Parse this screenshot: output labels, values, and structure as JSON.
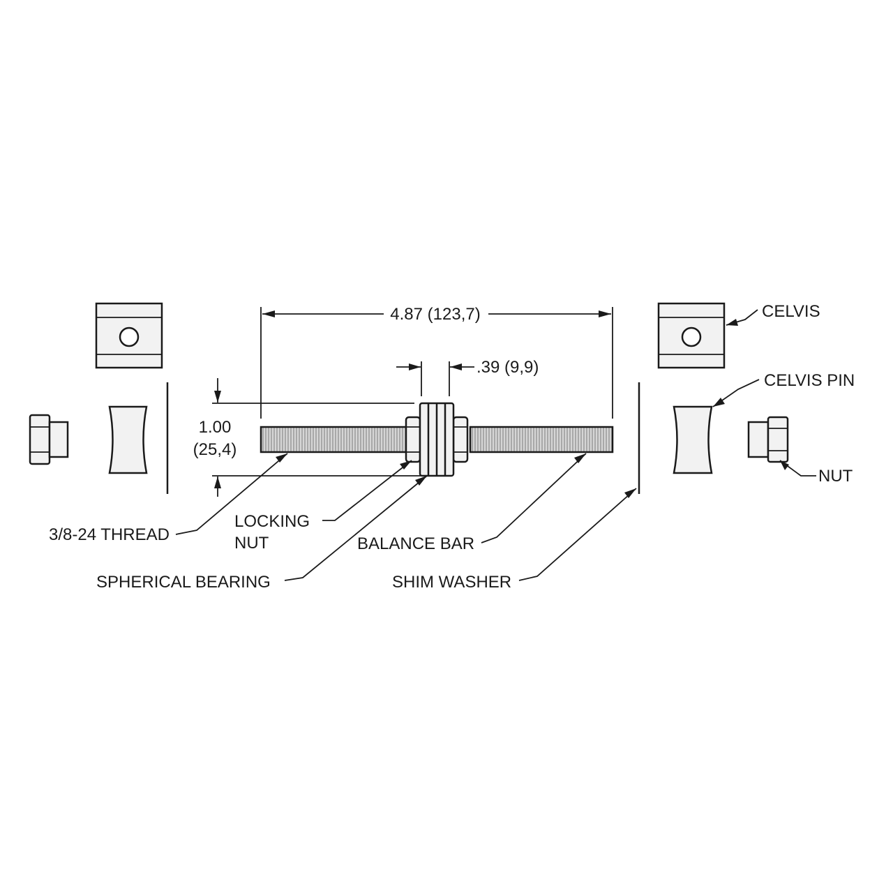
{
  "dimensions": {
    "overall_length": "4.87 (123,7)",
    "bearing_width": ".39 (9,9)",
    "height_in": "1.00",
    "height_mm": "(25,4)"
  },
  "labels": {
    "celvis": "CELVIS",
    "celvis_pin": "CELVIS PIN",
    "nut": "NUT",
    "thread": "3/8-24 THREAD",
    "locking_nut_line1": "LOCKING",
    "locking_nut_line2": "NUT",
    "balance_bar": "BALANCE BAR",
    "spherical_bearing": "SPHERICAL BEARING",
    "shim_washer": "SHIM WASHER"
  }
}
